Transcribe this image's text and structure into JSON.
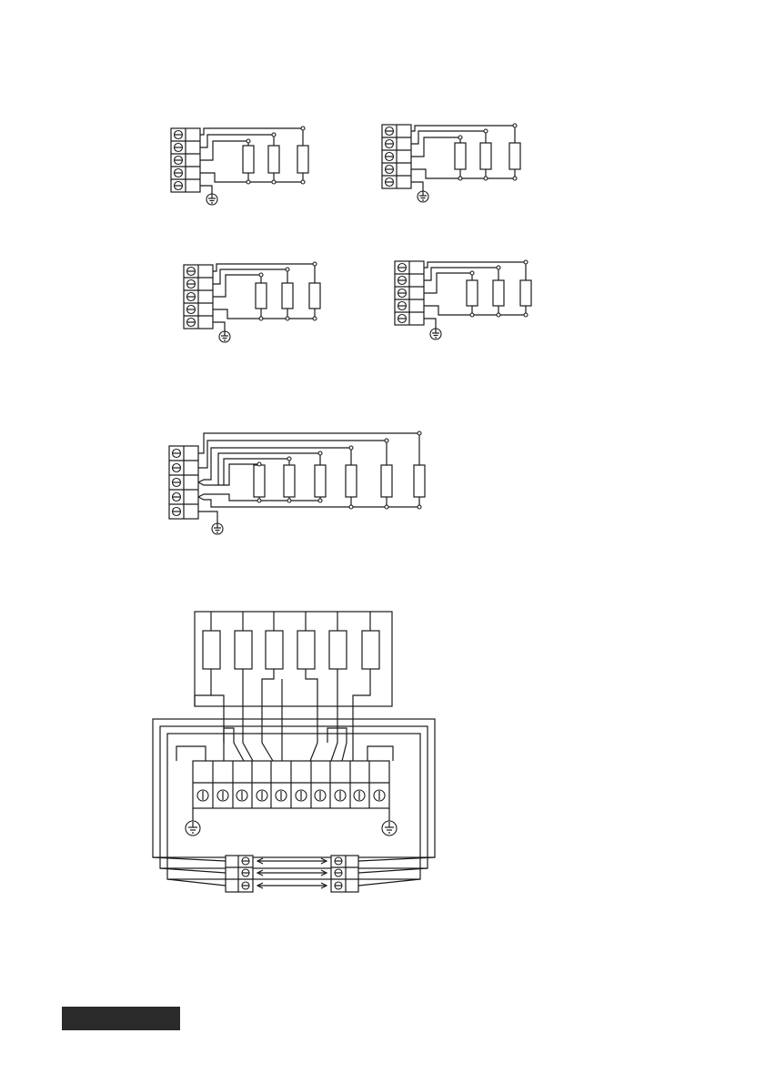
{
  "page": {
    "background": "#ffffff",
    "ink": "#1a1a1a",
    "footer_bar_color": "#2a2a2a"
  },
  "diagrams": [
    {
      "id": "wiring-3-load-a",
      "terminals": 5,
      "loads": 3,
      "earth": true
    },
    {
      "id": "wiring-3-load-b",
      "terminals": 5,
      "loads": 3,
      "earth": true
    },
    {
      "id": "wiring-3-load-c",
      "terminals": 5,
      "loads": 3,
      "earth": true
    },
    {
      "id": "wiring-3-load-d",
      "terminals": 5,
      "loads": 3,
      "earth": true
    },
    {
      "id": "wiring-6-load",
      "terminals": 5,
      "loads": 6,
      "earth": true
    },
    {
      "id": "terminal-block-10-way",
      "terminals": 10,
      "loads": 6,
      "earth_points": 2,
      "link_connectors": 2,
      "link_poles": 3
    }
  ]
}
